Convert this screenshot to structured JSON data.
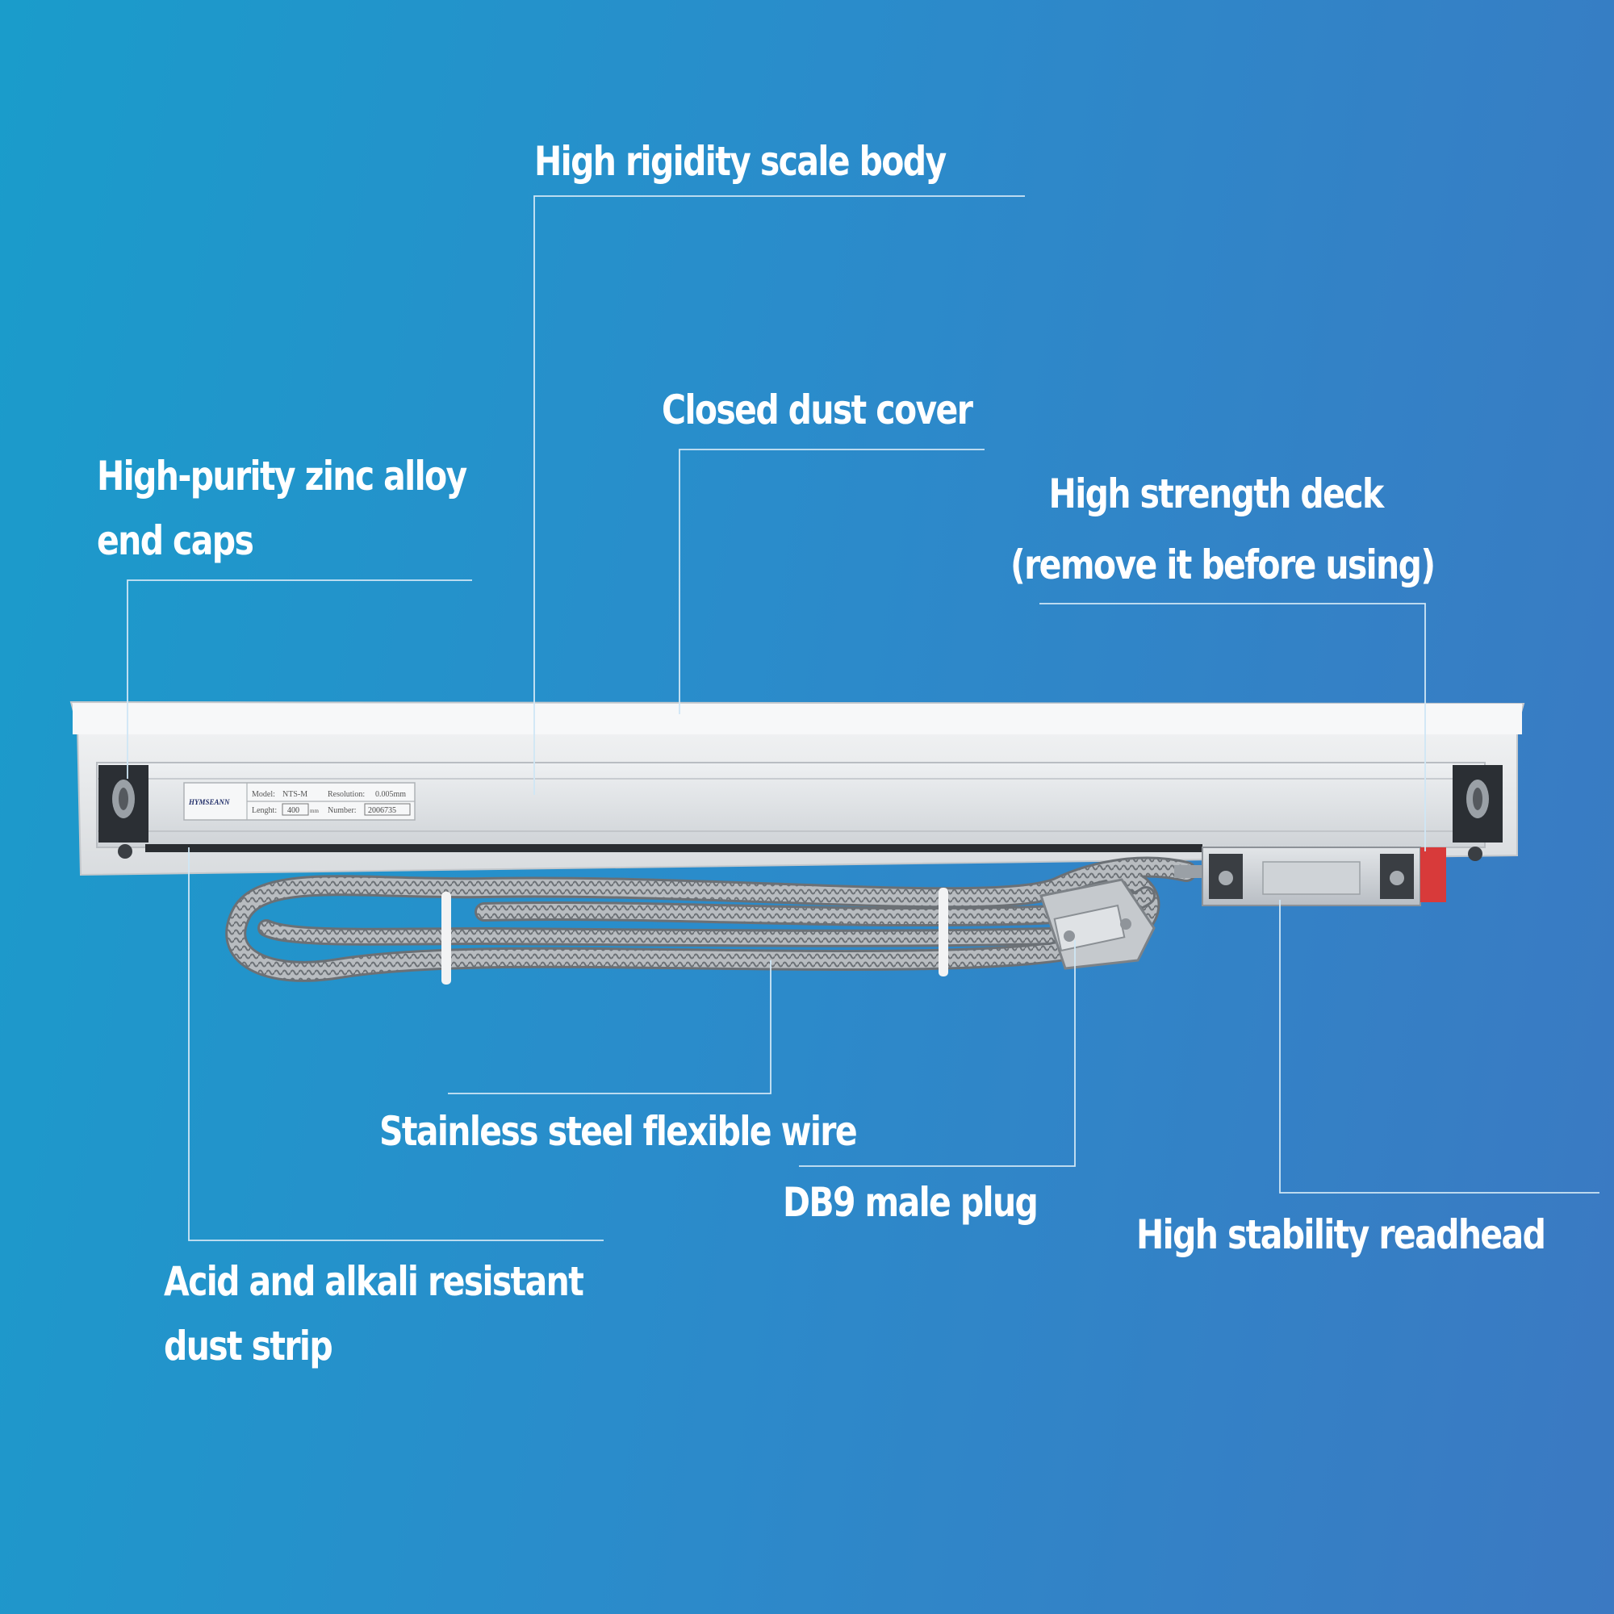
{
  "labels": {
    "scale_body": "High rigidity scale body",
    "dust_cover": "Closed dust cover",
    "end_caps_line1": "High-purity zinc alloy",
    "end_caps_line2": "end caps",
    "deck_line1": "High strength deck",
    "deck_line2": "(remove it before using)",
    "flexible_wire": "Stainless steel flexible wire",
    "db9_plug": "DB9 male plug",
    "readhead": "High stability readhead",
    "dust_strip_line1": "Acid and alkali resistant",
    "dust_strip_line2": "dust strip"
  },
  "nameplate": {
    "brand": "HYMSEANN",
    "model_label": "Model:",
    "model_value": "NTS-M",
    "resolution_label": "Resolution:",
    "resolution_value": "0.005mm",
    "length_label": "Lenght:",
    "length_value": "400",
    "length_unit": "mm",
    "number_label": "Number:",
    "number_value": "2006735"
  },
  "colors": {
    "background_left": "#1a9ccb",
    "background_right": "#3b79c2",
    "scale_body": "#e6e8ea",
    "readhead_accent": "#d83a3a",
    "leader_line": "#cfe6f5"
  }
}
